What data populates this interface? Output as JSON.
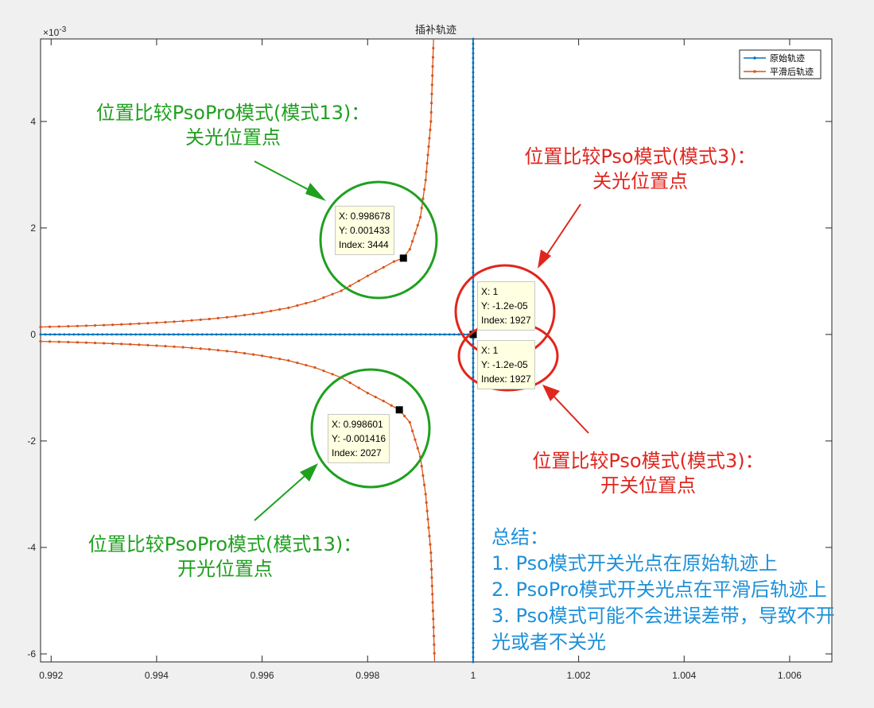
{
  "chart_data": {
    "type": "line",
    "title": "插补轨迹",
    "xlabel": "",
    "ylabel": "",
    "xlim": [
      0.9918,
      1.0068
    ],
    "ylim": [
      -0.00615,
      0.00555
    ],
    "x_ticks": [
      "0.992",
      "0.994",
      "0.996",
      "0.998",
      "1",
      "1.002",
      "1.004",
      "1.006"
    ],
    "y_ticks": [
      "4",
      "2",
      "0",
      "-2",
      "-4",
      "-6"
    ],
    "y_exponent_label": "×10",
    "y_exponent_power": "-3",
    "grid": false,
    "legend_position": "top-right",
    "series": [
      {
        "name": "原始轨迹",
        "color": "#0072bd",
        "segments": [
          {
            "x": [
              0.9918,
              1.0
            ],
            "y": [
              0,
              0
            ]
          },
          {
            "x": [
              1.0,
              1.0
            ],
            "y": [
              0,
              0.00555
            ]
          },
          {
            "x": [
              1.0,
              1.0
            ],
            "y": [
              0,
              -0.00615
            ]
          }
        ]
      },
      {
        "name": "平滑后轨迹",
        "color": "#d95319",
        "branches": [
          {
            "x": [
              0.9918,
              0.9925,
              0.993,
              0.9935,
              0.994,
              0.9945,
              0.995,
              0.9955,
              0.996,
              0.9965,
              0.997,
              0.9975,
              0.998,
              0.9983,
              0.9985,
              0.99867,
              0.9988,
              0.999,
              0.9991,
              0.9992,
              0.99925
            ],
            "y": [
              0.00014,
              0.000158,
              0.000175,
              0.000195,
              0.00022,
              0.00025,
              0.00029,
              0.00034,
              0.00041,
              0.0005,
              0.00063,
              0.00082,
              0.0011,
              0.00126,
              0.00137,
              0.001433,
              0.0016,
              0.0022,
              0.0029,
              0.004,
              0.00555
            ]
          },
          {
            "x": [
              0.9918,
              0.9925,
              0.993,
              0.9935,
              0.994,
              0.9945,
              0.995,
              0.9955,
              0.996,
              0.9965,
              0.997,
              0.9975,
              0.998,
              0.9983,
              0.9986,
              0.9988,
              0.999,
              0.9991,
              0.9992,
              0.99925,
              0.99927
            ],
            "y": [
              -0.00013,
              -0.000148,
              -0.000165,
              -0.000185,
              -0.00021,
              -0.00024,
              -0.00028,
              -0.00033,
              -0.0004,
              -0.00049,
              -0.00062,
              -0.00081,
              -0.0011,
              -0.00125,
              -0.001416,
              -0.00165,
              -0.0023,
              -0.003,
              -0.0041,
              -0.0055,
              -0.00615
            ]
          }
        ]
      }
    ],
    "datatips": [
      {
        "id": "tip1",
        "x": 0.998678,
        "y": 0.001433,
        "lines": [
          "X: 0.998678",
          "Y: 0.001433",
          "Index: 3444"
        ]
      },
      {
        "id": "tip2",
        "x": 1.0,
        "y": 0.0,
        "lines": [
          "X: 1",
          "Y: -1.2e-05",
          "Index: 1927"
        ]
      },
      {
        "id": "tip3",
        "x": 1.0,
        "y": 0.0,
        "lines": [
          "X: 1",
          "Y: -1.2e-05",
          "Index: 1927"
        ]
      },
      {
        "id": "tip4",
        "x": 0.998601,
        "y": -0.001416,
        "lines": [
          "X: 0.998601",
          "Y: -0.001416",
          "Index: 2027"
        ]
      }
    ]
  },
  "annotations": {
    "green_top": [
      "位置比较PsoPro模式(模式13)：",
      "关光位置点"
    ],
    "green_bottom": [
      "位置比较PsoPro模式(模式13)：",
      "开光位置点"
    ],
    "red_top": [
      "位置比较Pso模式(模式3)：",
      "关光位置点"
    ],
    "red_bottom": [
      "位置比较Pso模式(模式3)：",
      "开关位置点"
    ],
    "colors": {
      "green": "#1fa01f",
      "red": "#e0261e",
      "blue": "#1e90d8"
    }
  },
  "summary": {
    "title": "总结：",
    "items": [
      "1. Pso模式开关光点在原始轨迹上",
      "2. PsoPro模式开关光点在平滑后轨迹上",
      "3. Pso模式可能不会进误差带，导致不开",
      "光或者不关光"
    ]
  }
}
